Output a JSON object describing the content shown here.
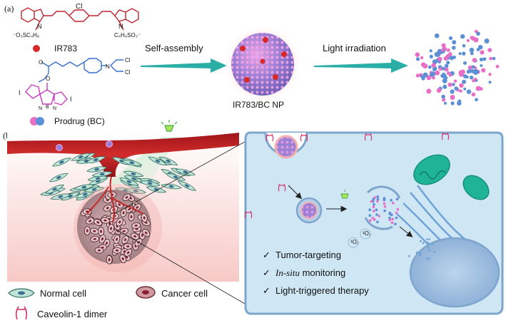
{
  "panels": {
    "a": "(a)",
    "b": "(b)"
  },
  "chemistry": {
    "dye_substituent_left": "⁻O₃SC₄H₈",
    "dye_substituent_right": "C₄H₈SO₃⁻",
    "dye_chloro": "Cl",
    "dye_n_left": "N",
    "dye_n_right": "N",
    "prodrug_chloro_top": "Cl",
    "prodrug_chloro_bottom": "Cl",
    "prodrug_o1": "O",
    "prodrug_o2": "O",
    "prodrug_n": "N",
    "bodipy_i_left": "I",
    "bodipy_i_right": "I",
    "bodipy_n_left": "N",
    "bodipy_n_right": "N",
    "bodipy_b": "B"
  },
  "legend_top": {
    "ir783": "IR783",
    "prodrug": "Prodrug (BC)"
  },
  "process": {
    "step1": "Self-assembly",
    "step2": "Light irradiation",
    "nanoparticle": "IR783/BC NP"
  },
  "cell": {
    "ros1": "¹O₂",
    "ros2": "¹O₂",
    "features": [
      {
        "prefix": "Tumor-targeting",
        "italic": "",
        "suffix": ""
      },
      {
        "prefix": "",
        "italic": "In-situ",
        "suffix": " monitoring"
      },
      {
        "prefix": "Light-triggered therapy",
        "italic": "",
        "suffix": ""
      }
    ]
  },
  "legend_bottom": {
    "normal_cell": "Normal cell",
    "cancer_cell": "Cancer cell",
    "caveolin": "Caveolin-1 dimer"
  },
  "colors": {
    "ir783": "#d8282a",
    "dye_structure": "#c0242e",
    "prodrug_linker": "#3a6fd0",
    "bodipy": "#c83cbf",
    "arrow": "#2aaea6",
    "nanoparticle_pink": "#e96fc6",
    "nanoparticle_blue": "#5b8fd6",
    "vessel": "#b81e22",
    "cell_fill": "#cfe6f5",
    "mitochondria": "#1fb39a"
  }
}
